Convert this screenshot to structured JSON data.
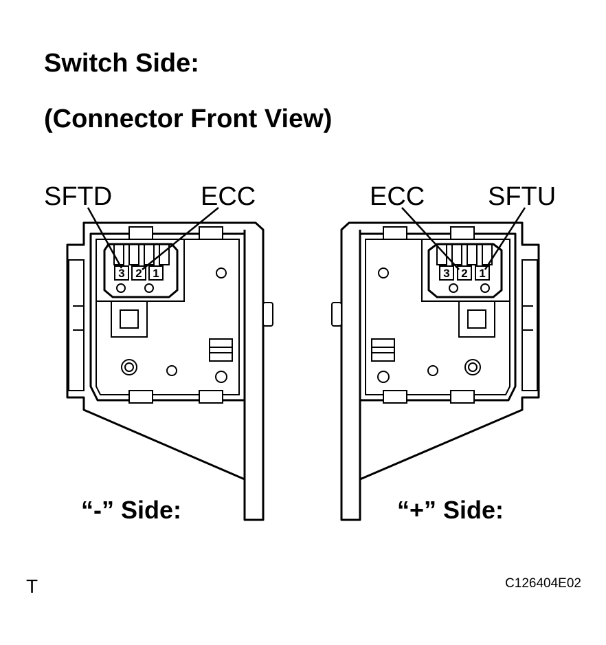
{
  "title_line1": "Switch Side:",
  "title_line2": "(Connector Front View)",
  "left": {
    "term_a": "SFTD",
    "term_b": "ECC",
    "pins": [
      "3",
      "2",
      "1"
    ],
    "side_label": "“-” Side:"
  },
  "right": {
    "term_a": "ECC",
    "term_b": "SFTU",
    "pins": [
      "3",
      "2",
      "1"
    ],
    "side_label": "“+” Side:"
  },
  "corner_mark": "T",
  "figure_code": "C126404E02"
}
